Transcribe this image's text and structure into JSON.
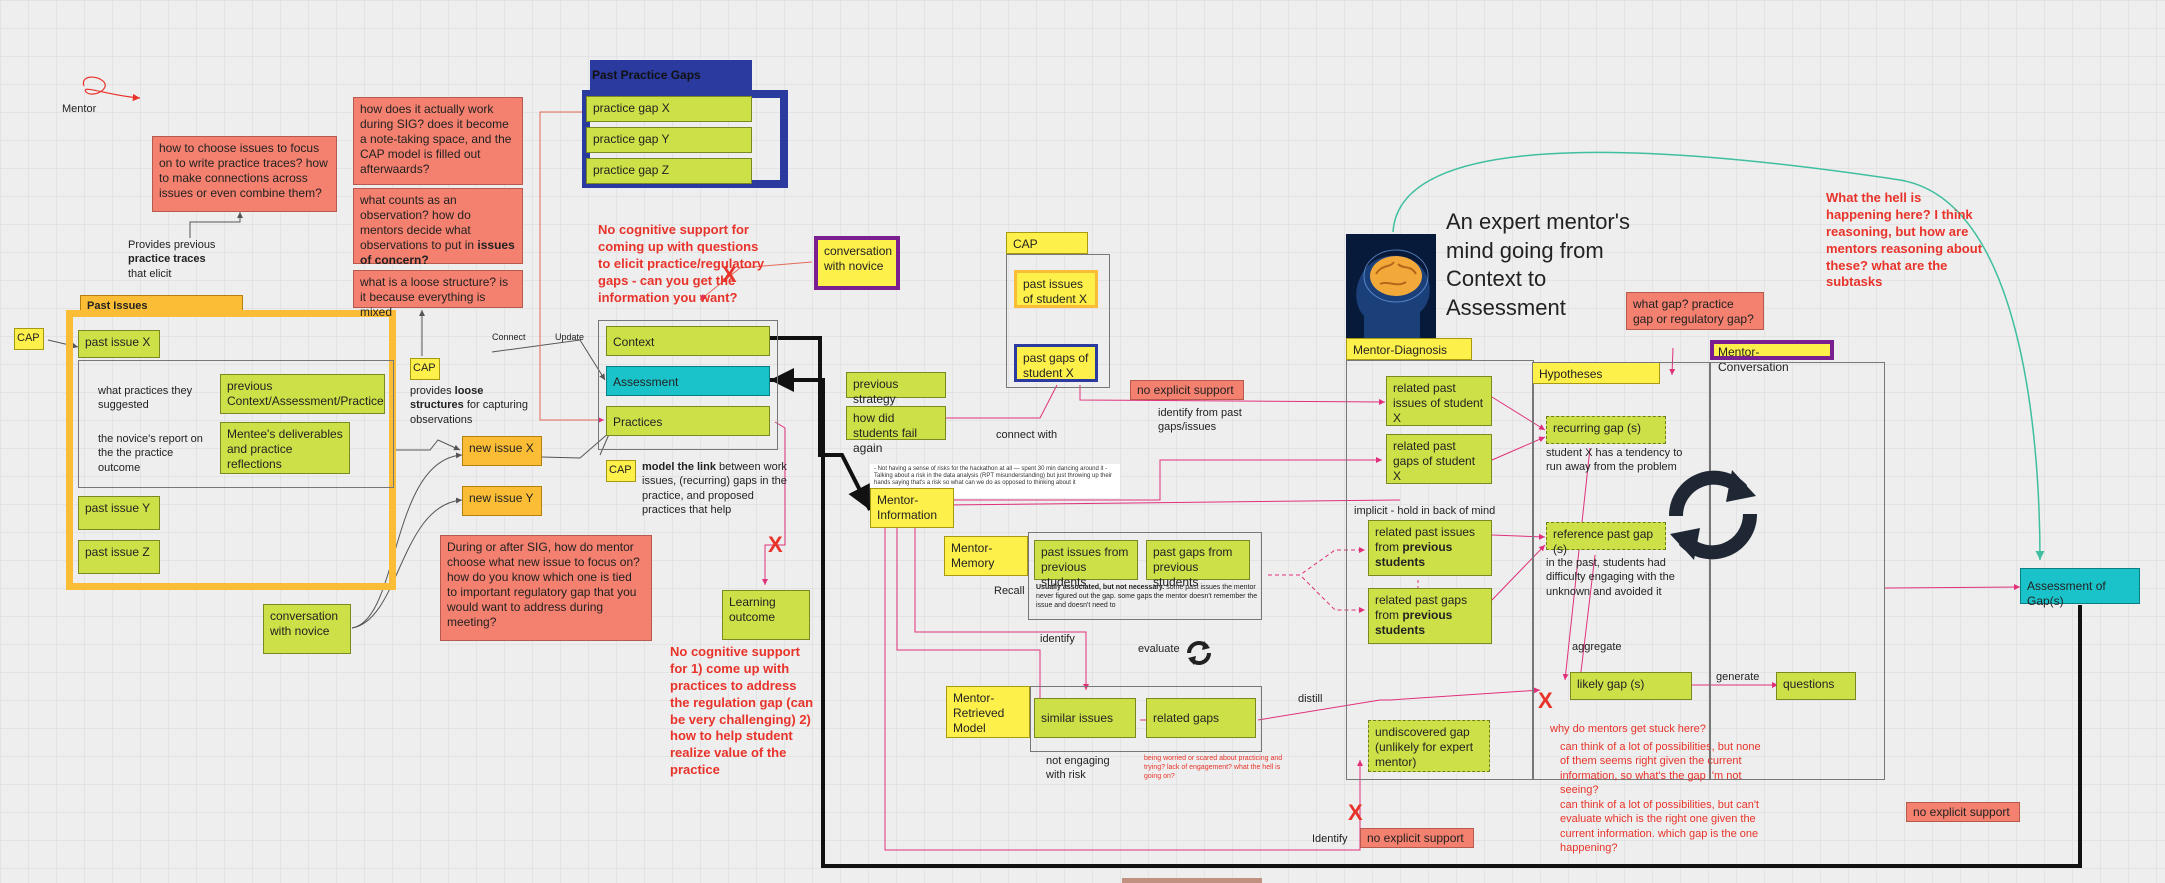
{
  "mentor_label": "Mentor",
  "cap_tag": "CAP",
  "past_issues": {
    "header": "Past Issues",
    "issue_x": "past issue X",
    "issue_y": "past issue Y",
    "issue_z": "past issue Z",
    "what_practices": "what practices they suggested",
    "novice_report": "the novice's report on the the practice outcome",
    "prev_context": "previous Context/Assessment/Practice",
    "deliverables": "Mentee's deliverables and practice reflections"
  },
  "provides_previous": {
    "pre": "Provides previous ",
    "bold": "practice traces",
    "post": " that elicit"
  },
  "salmon_q1": "how to choose issues to focus on to write practice traces? how to make connections across issues or even combine them?",
  "salmon_sig": "how does it actually work during SIG? does it become a note-taking space, and the CAP model is filled out afterwaards?",
  "salmon_obs": {
    "pre": "what counts as an observation? how do mentors decide what observations to put in ",
    "bold": "issues of concern?"
  },
  "salmon_loose": "what is a loose structure? is it because everything is mixed",
  "provides_loose": {
    "pre": "provides ",
    "bold": "loose structures",
    "post": " for capturing observations"
  },
  "connect": "Connect",
  "update": "Update",
  "new_issue_x": "new issue X",
  "new_issue_y": "new issue Y",
  "conversation_novice": "conversation with novice",
  "salmon_during": "During or after SIG, how do mentor choose what new issue to focus on? how do you know which one is tied to important regulatory gap that you would want to address during meeting?",
  "past_practice_gaps": {
    "header": "Past Practice Gaps",
    "x": "practice gap X",
    "y": "practice gap Y",
    "z": "practice gap Z"
  },
  "red_no_cog1": "No cognitive support for coming up with questions to elicit practice/regulatory gaps - can you get the information you want?",
  "conversation_novice2": "conversation with novice",
  "cap_stack": {
    "context": "Context",
    "assessment": "Assessment",
    "practices": "Practices"
  },
  "model_link": {
    "bold": "model the link",
    "post": " between work issues, (recurring) gaps in the practice, and proposed practices that help"
  },
  "learning_outcome": "Learning outcome",
  "red_no_cog2": "No cognitive support for 1) come up with practices to address the regulation gap (can be very challenging) 2) how to help student realize value of the practice",
  "previous_strategy": "previous strategy",
  "how_fail": "how did students fail again",
  "connect_with": "connect with",
  "cap_right": {
    "label": "CAP",
    "past_issues": "past issues of student X",
    "past_gaps": "past gaps of student X"
  },
  "no_explicit1": "no explicit support",
  "identify_from": "identify from past gaps/issues",
  "mentor_info": "Mentor-Information",
  "info_note": "- Not having a sense of risks for the hackathon at all — spent 30 min dancing around it - Talking about a risk in the data analysis (RPT misunderstanding) but just throwing up their hands saying that's a risk so what can we do as opposed to thinking about it",
  "mentor_memory": "Mentor-Memory",
  "recall": "Recall",
  "past_issues_prev": "past issues from previous students",
  "past_gaps_prev": "past gaps from previous students",
  "usually_note": {
    "bold": "Usually associated, but not necessary.",
    "post": " some past issues the mentor never figured out the gap. some gaps the mentor doesn't remember the issue and doesn't need to"
  },
  "identify": "identify",
  "evaluate": "evaluate",
  "retrieved_model": "Mentor-Retrieved Model",
  "similar_issues": "similar issues",
  "related_gaps": "related gaps",
  "not_engaging": "not engaging with risk",
  "being_worried": "being worried or scared about practicing and trying? lack of engagement? what the hell is going on?",
  "distill": "distill",
  "identify2": "Identify",
  "no_explicit2": "no explicit support",
  "title": "An expert mentor's mind going from Context to Assessment",
  "mentor_diag": "Mentor-Diagnosis",
  "rel_past_issues_x": "related past issues of student X",
  "rel_past_gaps_x": "related past gaps of student X",
  "implicit": "implicit - hold in back of mind",
  "rel_past_issues_prev": {
    "pre": "related past issues from ",
    "bold": "previous students"
  },
  "rel_past_gaps_prev": {
    "pre": "related past gaps from ",
    "bold": "previous students"
  },
  "undiscovered": "undiscovered gap (unlikely for expert mentor)",
  "hypotheses": "Hypotheses",
  "what_gap": "what gap? practice gap or regulatory gap?",
  "recurring": "recurring gap (s)",
  "student_x_tendency": "student X has a tendency to run away from the problem",
  "reference": "reference past gap (s)",
  "in_past": "in the past, students had difficulty engaging with the unknown and avoided it",
  "aggregate": "aggregate",
  "likely": "likely gap (s)",
  "generate": "generate",
  "questions": "questions",
  "why_stuck": "why do mentors get stuck here?",
  "stuck1": "can think of a lot of possibilities, but none of them seems right given the current information, so what's the gap I'm not seeing?",
  "stuck2": "can think of a lot of possibilities, but  can't evaluate which is the right one given the current information. which gap is the one happening?",
  "mentor_conv": "Mentor-Conversation",
  "red_hell": "What the hell is happening here? I think reasoning, but how are mentors reasoning about these? what are the subtasks",
  "assessment_gaps": "Assessment of Gap(s)",
  "no_explicit3": "no explicit support",
  "x_mark": "X",
  "colors": {
    "lime": "#cde047",
    "salmon": "#f4806f",
    "yellow": "#fdf04a",
    "orange": "#fbbd35",
    "navy": "#2b3a9e",
    "purple": "#7a1f8f",
    "cyan": "#19c3c9",
    "pink": "#e0307a",
    "red": "#e8332a",
    "teal": "#3fbf9f"
  }
}
